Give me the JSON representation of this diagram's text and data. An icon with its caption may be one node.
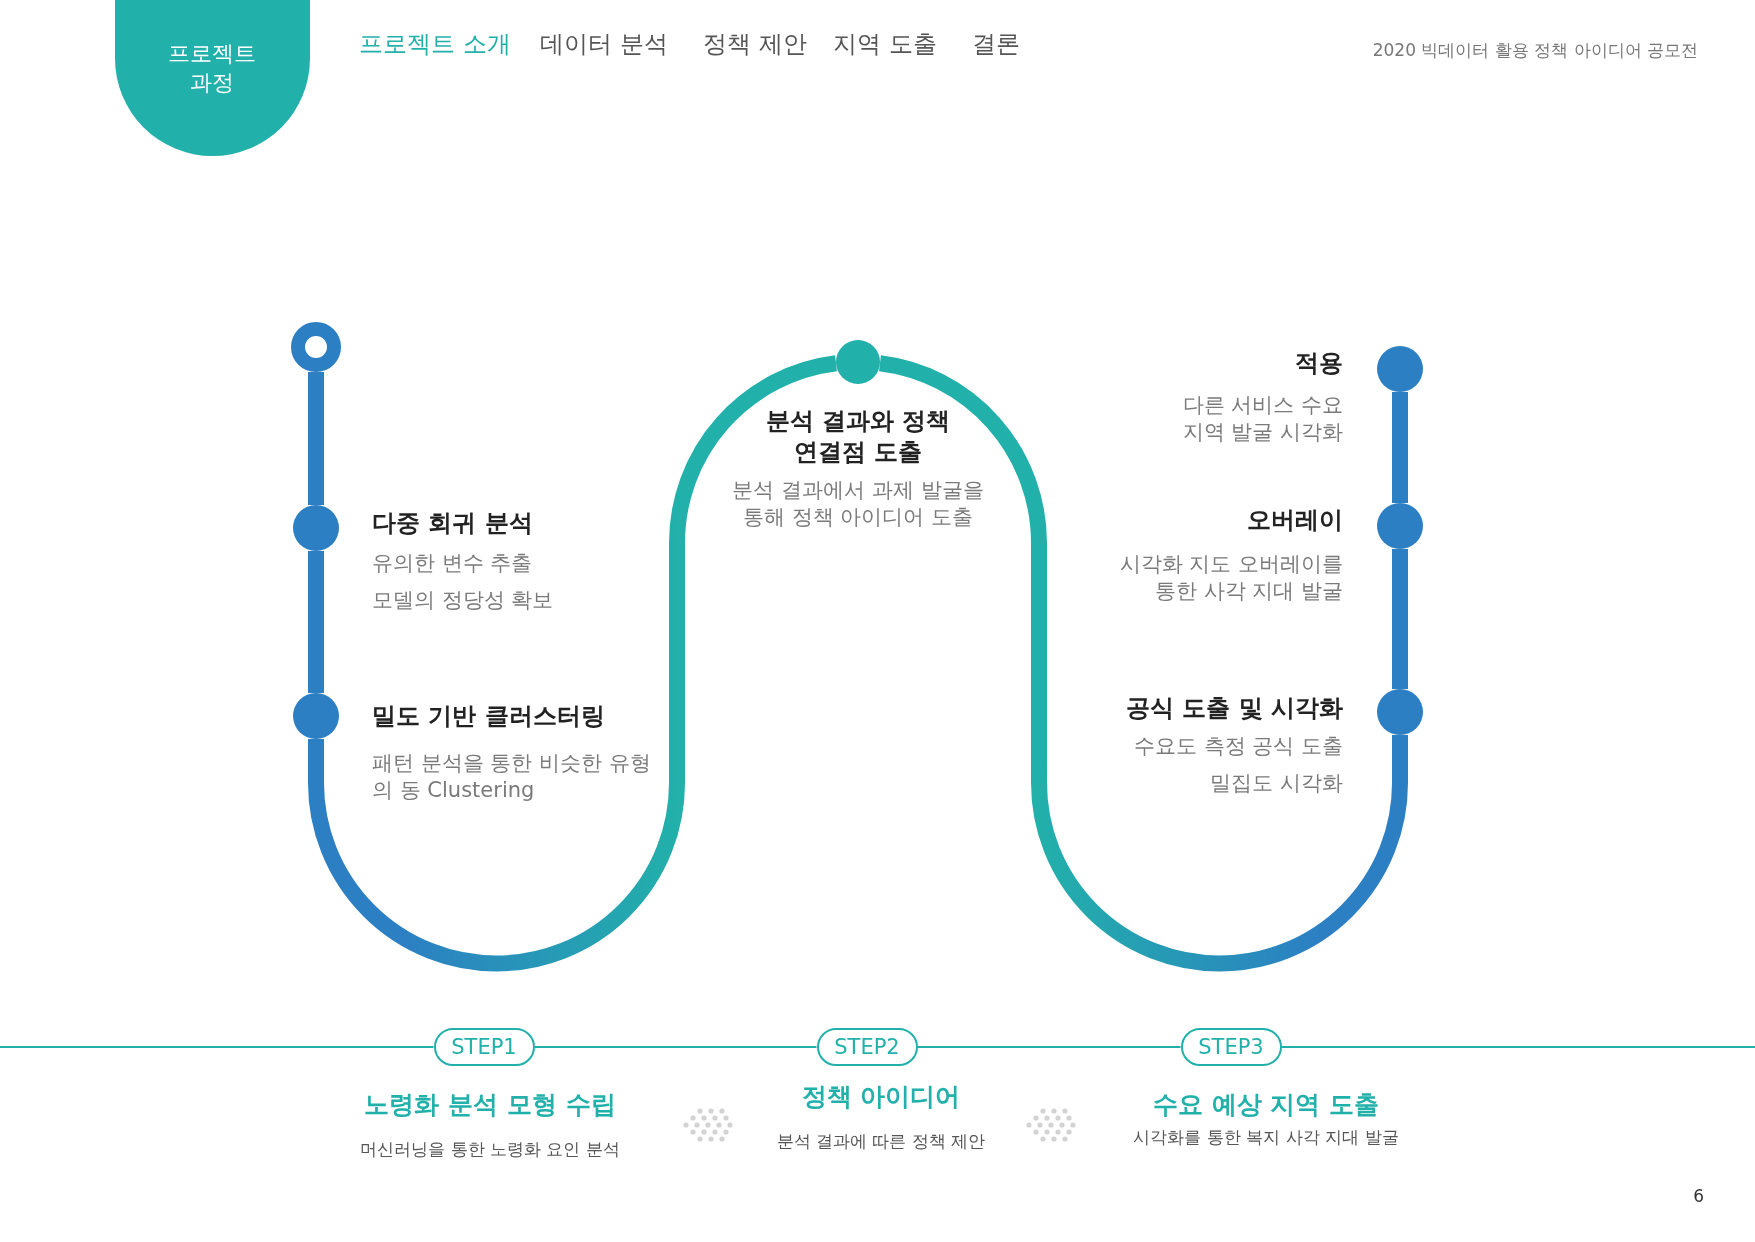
{
  "diagram": {
    "nodes": [
      {
        "text": [
          "프로젝트 과정"
        ]
      },
      {
        "text": [],
        "shape": "circle"
      },
      {
        "text": [],
        "shape": "circle",
        "beside": [
          "다중 회귀 분석",
          "유의한 변수 추출",
          "모델의 정당성 확보"
        ]
      },
      {
        "text": [],
        "shape": "circle",
        "beside": [
          "밀도 기반 클러스터링",
          "패턴 분석을 통한 비슷한 유형의 동 Clustering"
        ]
      },
      {
        "text": [],
        "shape": "circle",
        "beside": [
          "분석 결과와 정책 연결점 도출",
          "분석 결과에서 과제 발굴을 통해 정책 아이디어 도출"
        ]
      },
      {
        "text": [],
        "shape": "circle",
        "beside": [
          "공식 도출 및 시각화",
          "수요도 측정 공식 도출",
          "밀집도 시각화"
        ]
      },
      {
        "text": [],
        "shape": "circle",
        "beside": [
          "오버레이",
          "시각화 지도 오버레이를 통한 사각 지대 발굴"
        ]
      },
      {
        "text": [],
        "shape": "circle",
        "beside": [
          "적용",
          "다른 서비스 수요 지역 발굴 시각화"
        ]
      },
      {
        "text": [
          "STEP1"
        ],
        "beside": [
          "노령화 분석 모형 수립",
          "머신러닝을 통한 노령화 요인 분석"
        ]
      },
      {
        "text": [
          "STEP2"
        ],
        "beside": [
          "정책 아이디어",
          "분석 결과에 따른 정책 제안"
        ]
      },
      {
        "text": [
          "STEP3"
        ],
        "beside": [
          "수요 예상 지역 도출",
          "시각화를 통한 복지 사각 지대 발굴"
        ]
      }
    ],
    "edges": [
      {
        "from": 1,
        "to": 2,
        "arrow": "none",
        "style": "thick"
      },
      {
        "from": 2,
        "to": 3,
        "arrow": "none",
        "style": "thick"
      },
      {
        "from": 3,
        "to": 4,
        "arrow": "none",
        "style": "thick"
      },
      {
        "from": 4,
        "to": 5,
        "arrow": "none",
        "style": "thick"
      },
      {
        "from": 5,
        "to": 6,
        "arrow": "none",
        "style": "thick"
      },
      {
        "from": 6,
        "to": 7,
        "arrow": "none",
        "style": "thick"
      },
      {
        "from": null,
        "to": 8,
        "arrow": "none"
      },
      {
        "from": 8,
        "to": 9,
        "arrow": "none"
      },
      {
        "from": 9,
        "to": 10,
        "arrow": "none"
      },
      {
        "from": 10,
        "to": null,
        "arrow": "none"
      }
    ],
    "labels": [
      "프로젝트 소개",
      "데이터 분석",
      "정책 제안",
      "지역 도출",
      "결론",
      "2020 빅데이터 활용 정책 아이디어 공모전",
      "6"
    ]
  }
}
